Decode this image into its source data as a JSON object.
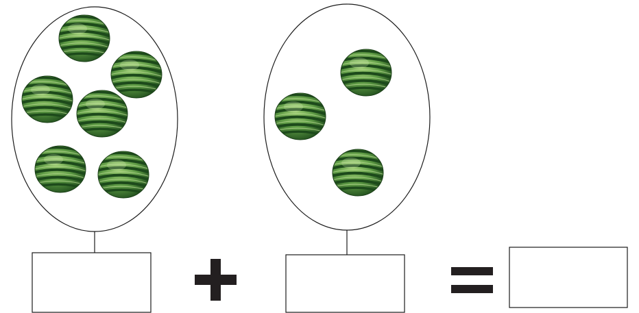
{
  "worksheet": {
    "left_group": {
      "count": 6,
      "item_icon": "watermelon-icon"
    },
    "right_group": {
      "count": 3,
      "item_icon": "watermelon-icon"
    },
    "operator": "plus",
    "equals": "equals",
    "answer_boxes": [
      "left-count-box",
      "right-count-box",
      "sum-box"
    ]
  },
  "colors": {
    "line": "#1a1a1a",
    "symbol": "#231f20",
    "melon_dark": "#1e4a1c",
    "melon_light": "#7fb25b",
    "melon_mid": "#3f7d31"
  }
}
